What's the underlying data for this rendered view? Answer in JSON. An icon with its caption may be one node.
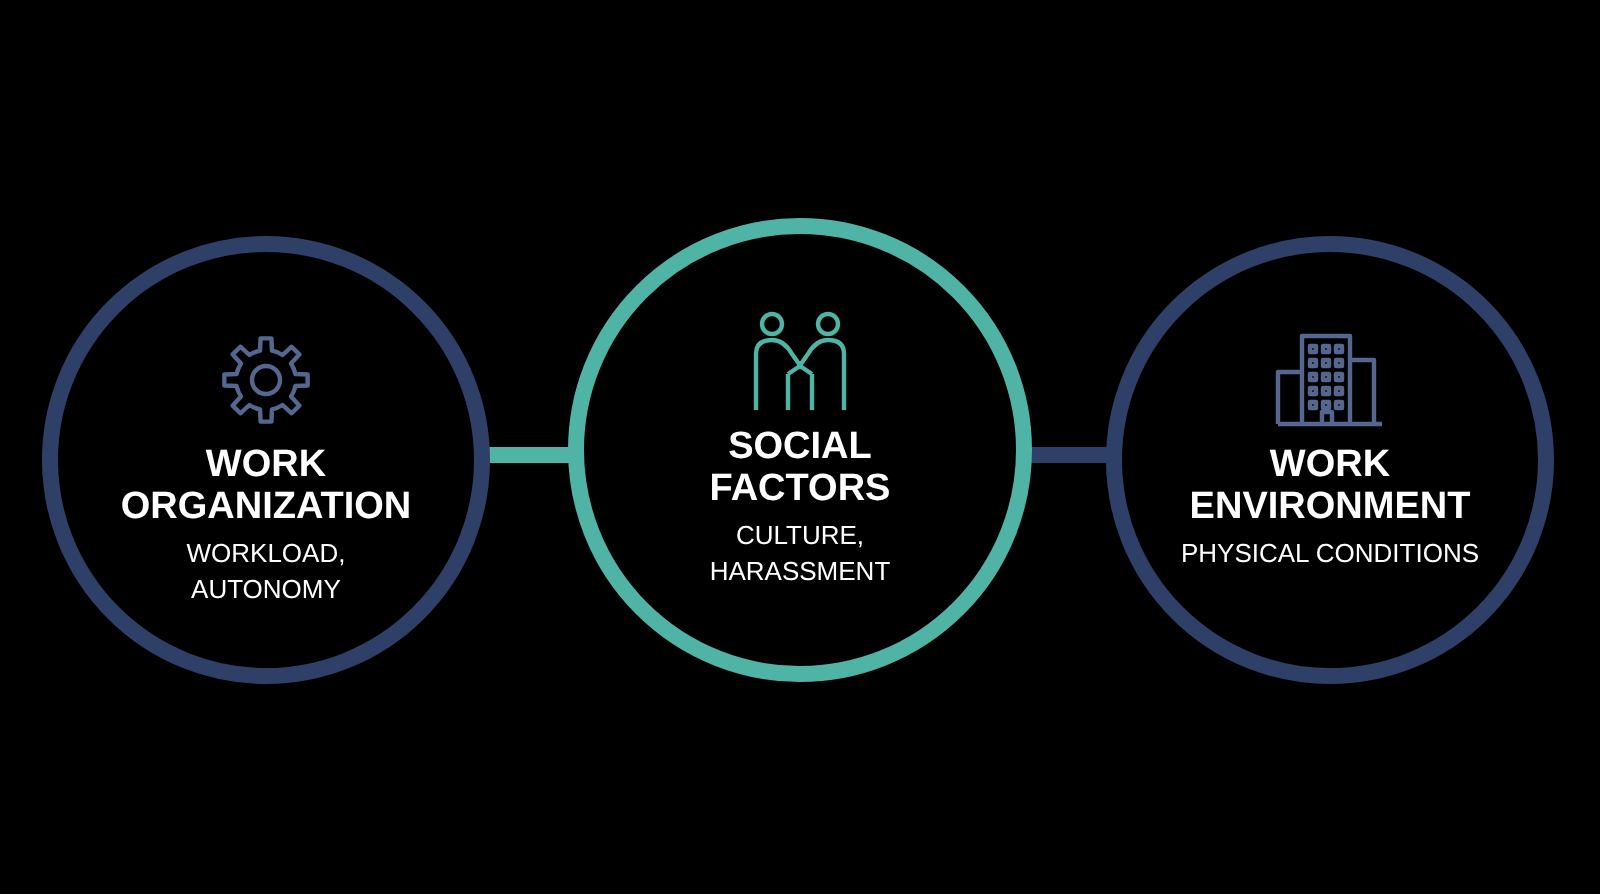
{
  "diagram": {
    "nodes": [
      {
        "text": [
          "WORK ORGANIZATION",
          "WORKLOAD, AUTONOMY"
        ]
      },
      {
        "text": [
          "SOCIAL FACTORS",
          "CULTURE, HARASSMENT"
        ]
      },
      {
        "text": [
          "WORK ENVIRONMENT",
          "PHYSICAL CONDITIONS"
        ]
      }
    ],
    "edges": [
      {
        "from": 0,
        "to": 1,
        "arrow": "none",
        "color": "#4fb3a5"
      },
      {
        "from": 1,
        "to": 2,
        "arrow": "none",
        "color": "#2f4068"
      }
    ]
  }
}
